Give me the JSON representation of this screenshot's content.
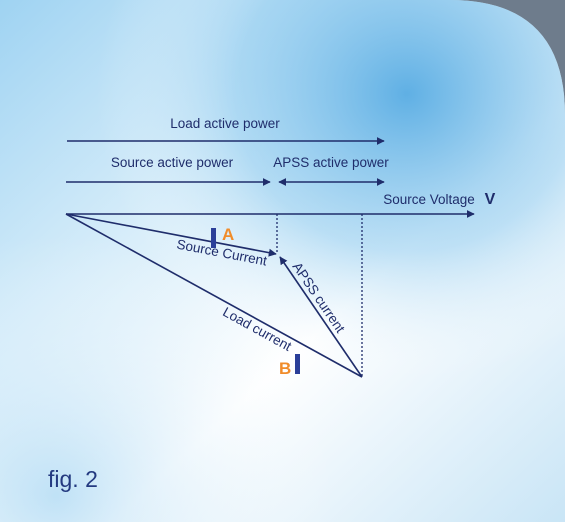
{
  "labels": {
    "load_active_power": "Load active power",
    "source_active_power": "Source active power",
    "apss_active_power": "APSS active power",
    "source_voltage": "Source Voltage",
    "voltage_symbol": "V",
    "source_current": "Source Current",
    "apss_current": "APSS current",
    "load_current": "Load current",
    "point_a": "A",
    "point_b": "B",
    "figure_caption": "fig. 2"
  },
  "colors": {
    "line": "#1f2d6b",
    "accent": "#f08c2a",
    "marker": "#2b3f99",
    "background_light": "#ffffff",
    "background_blue": "#7cc0ea",
    "corner": "#6e7c8c"
  }
}
